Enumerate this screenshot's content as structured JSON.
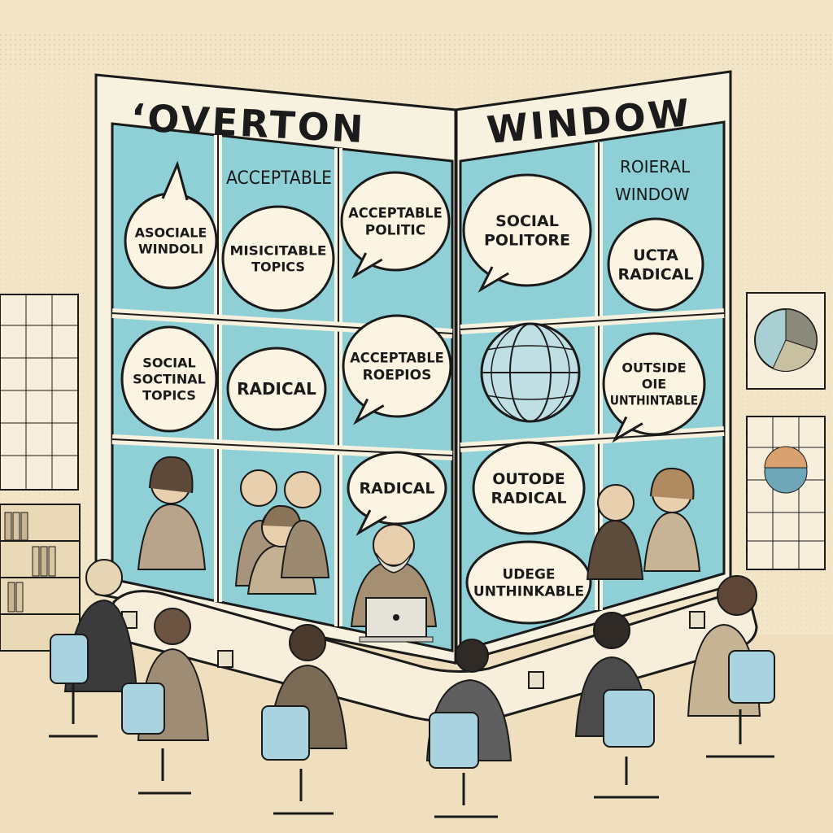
{
  "title": {
    "left": "‘OVERTON",
    "right": "WINDOW"
  },
  "labels": {
    "acceptable_top": "ACCEPTABLE",
    "roieral_line1": "ROIERAL",
    "roieral_line2": "WINDOW"
  },
  "bubbles": [
    {
      "id": "asociale",
      "lines": [
        "ASOCIALE",
        "WINDOLI"
      ]
    },
    {
      "id": "misicitable",
      "lines": [
        "MISICITABLE",
        "TOPICS"
      ]
    },
    {
      "id": "acceptable-politic",
      "lines": [
        "ACCEPTABLE",
        "POLITIC"
      ]
    },
    {
      "id": "social-politore",
      "lines": [
        "SOCIAL",
        "POLITORE"
      ]
    },
    {
      "id": "ucta-radical",
      "lines": [
        "UCTA",
        "RADICAL"
      ]
    },
    {
      "id": "social-topics",
      "lines": [
        "SOCIAL",
        "SOCTINAL",
        "TOPICS"
      ]
    },
    {
      "id": "radical-1",
      "lines": [
        "RADICAL"
      ]
    },
    {
      "id": "acceptable-roepios",
      "lines": [
        "ACCEPTABLE",
        "ROEPIOS"
      ]
    },
    {
      "id": "outside-unthintable",
      "lines": [
        "OUTSIDE",
        "OIE",
        "UNTHINTABLE"
      ]
    },
    {
      "id": "radical-2",
      "lines": [
        "RADICAL"
      ]
    },
    {
      "id": "outside-radical",
      "lines": [
        "OUTODE",
        "RADICAL"
      ]
    },
    {
      "id": "unthinkable",
      "lines": [
        "UDEGE",
        "UNTHINKABLE"
      ]
    }
  ],
  "colors": {
    "background": "#f3e6c8",
    "glass": "#8fd0d6",
    "frame": "#f7f1df",
    "ink": "#1a1a1a",
    "bubble": "#fbf4e2",
    "chair": "#a9d3df"
  },
  "icons": {
    "globe": "globe-icon",
    "laptop": "laptop-icon",
    "pie_chart": "pie-chart-icon"
  }
}
